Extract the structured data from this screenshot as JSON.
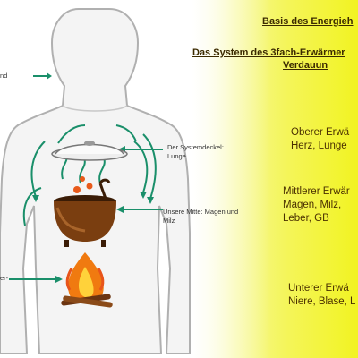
{
  "header": {
    "title_line1": "Basis des Energieh",
    "title_line2": "Das System des 3fach-Erwärmer",
    "title_line3": "Verdauun"
  },
  "zones": {
    "upper": {
      "line1": "Oberer Erwä",
      "line2": "Herz, Lunge"
    },
    "middle": {
      "line1": "Mittlerer Erwär",
      "line2": "Magen, Milz,",
      "line3": "Leber, GB"
    },
    "lower": {
      "line1": "Unterer Erwä",
      "line2": "Niere, Blase, L"
    }
  },
  "labels": {
    "left_top": "nd",
    "lid_line1": "Der Systemdeckel:",
    "lid_line2": "Lunge",
    "pot_line1": "Unsere Mitte: Magen und",
    "pot_line2": "Milz",
    "fire_left": "er-"
  },
  "colors": {
    "arrow": "#1a8f6a",
    "divider_upper": "#7fb0d8",
    "divider_lower": "#b8c8e8",
    "body_outline": "#b0b0b0",
    "pot": "#7a3e10",
    "fire": "#f07a10"
  }
}
